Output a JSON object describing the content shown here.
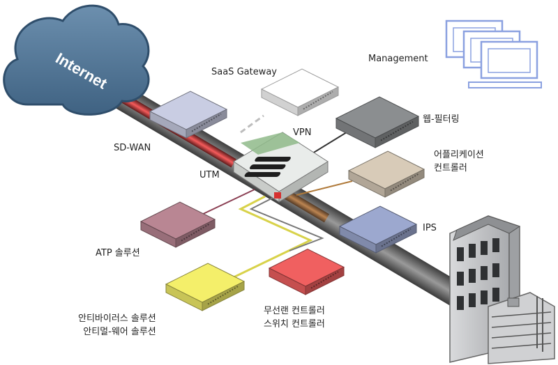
{
  "cloud": {
    "text": "Internet"
  },
  "labels": {
    "saas_gateway": "SaaS Gateway",
    "management": "Management",
    "sd_wan": "SD-WAN",
    "vpn": "VPN",
    "utm": "UTM",
    "web_filtering": "웹-필터링",
    "app_control_line1": "어플리케이션",
    "app_control_line2": "컨트롤러",
    "ips": "IPS",
    "atp": "ATP 솔루션",
    "wireless_line1": "무선랜 컨트롤러",
    "wireless_line2": "스위치 컨트롤러",
    "antivirus_line1": "안티바이러스 솔루션",
    "antivirus_line2": "안티멀-웨어 솔루션"
  },
  "colors": {
    "cloud": "#4f7394",
    "pipe": "#6b6b6b",
    "pipe_accent": "#d23b3b",
    "sdwan": "#c9cde3",
    "saas": "#ffffff",
    "web": "#8b8e90",
    "app": "#d8cbb8",
    "ips": "#9ca8cf",
    "atp": "#b98693",
    "wireless": "#f06060",
    "antivirus": "#f4ef6a",
    "utm_top": "#e9ecea",
    "utm_accent": "#8fba8a",
    "management": "#8aa0e0",
    "building": "#c9cacc"
  }
}
